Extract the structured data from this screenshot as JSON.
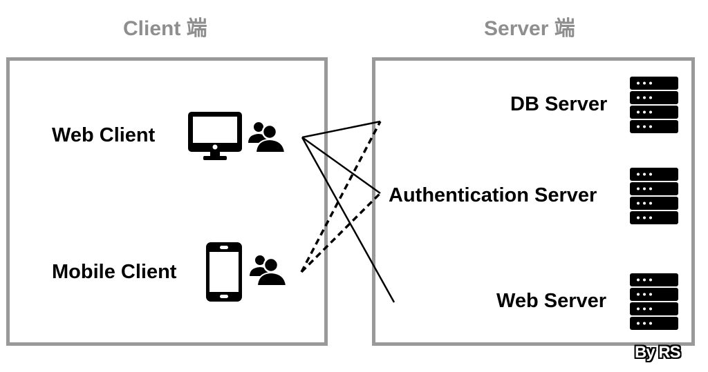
{
  "client_side": {
    "title": "Client 端",
    "nodes": [
      {
        "label": "Web Client",
        "device_icon": "desktop-monitor-icon",
        "user_icon": "users-group-icon"
      },
      {
        "label": "Mobile Client",
        "device_icon": "smartphone-icon",
        "user_icon": "users-group-icon"
      }
    ]
  },
  "server_side": {
    "title": "Server 端",
    "nodes": [
      {
        "label": "DB Server",
        "icon": "server-rack-icon"
      },
      {
        "label": "Authentication Server",
        "icon": "server-rack-icon"
      },
      {
        "label": "Web Server",
        "icon": "server-rack-icon"
      }
    ]
  },
  "connections": [
    {
      "from": "Web Client",
      "to": "DB Server",
      "style": "solid"
    },
    {
      "from": "Web Client",
      "to": "Authentication Server",
      "style": "solid"
    },
    {
      "from": "Web Client",
      "to": "Web Server",
      "style": "solid"
    },
    {
      "from": "Mobile Client",
      "to": "DB Server",
      "style": "dashed"
    },
    {
      "from": "Mobile Client",
      "to": "Authentication Server",
      "style": "dashed"
    }
  ],
  "colors": {
    "border": "#999999",
    "title": "#8e8e8e",
    "ink": "#000000"
  },
  "credit": "By RS"
}
